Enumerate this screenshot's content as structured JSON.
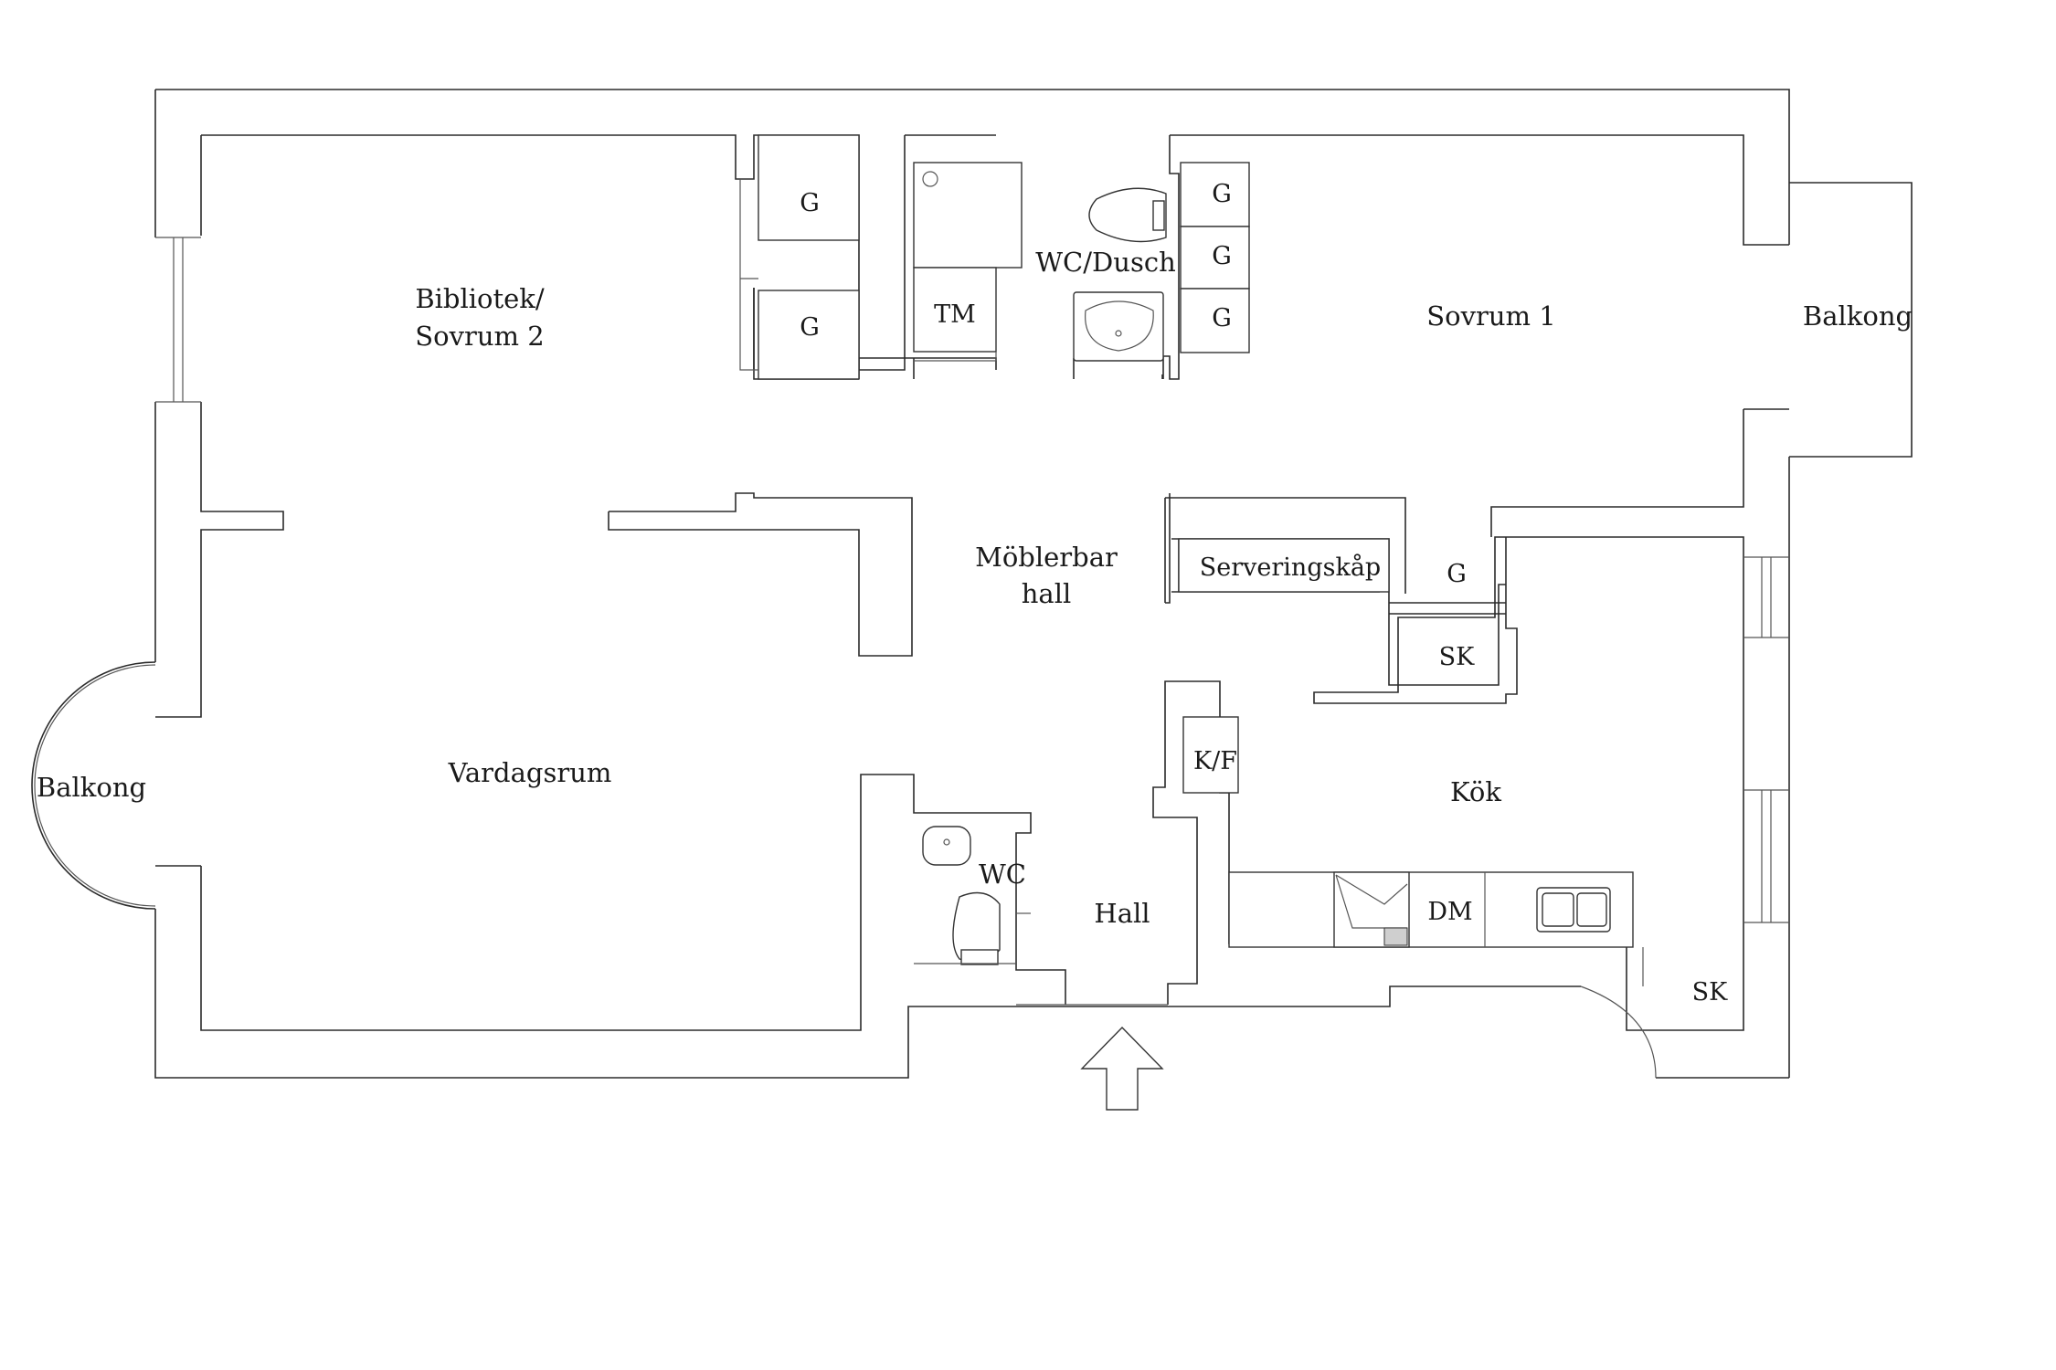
{
  "rooms": {
    "bibliotek_line1": "Bibliotek/",
    "bibliotek_line2": "Sovrum 2",
    "sovrum1": "Sovrum 1",
    "vardagsrum": "Vardagsrum",
    "moblerbar_line1": "Möblerbar",
    "moblerbar_line2": "hall",
    "kok": "Kök",
    "hall": "Hall",
    "wc": "WC",
    "wc_dusch": "WC/Dusch",
    "balkong_left": "Balkong",
    "balkong_right": "Balkong"
  },
  "fixtures": {
    "g1": "G",
    "g2": "G",
    "g3": "G",
    "g4": "G",
    "g5": "G",
    "g6": "G",
    "tm": "TM",
    "serveringskap": "Serveringskåp",
    "sk1": "SK",
    "sk2": "SK",
    "kf": "K/F",
    "dm": "DM"
  }
}
